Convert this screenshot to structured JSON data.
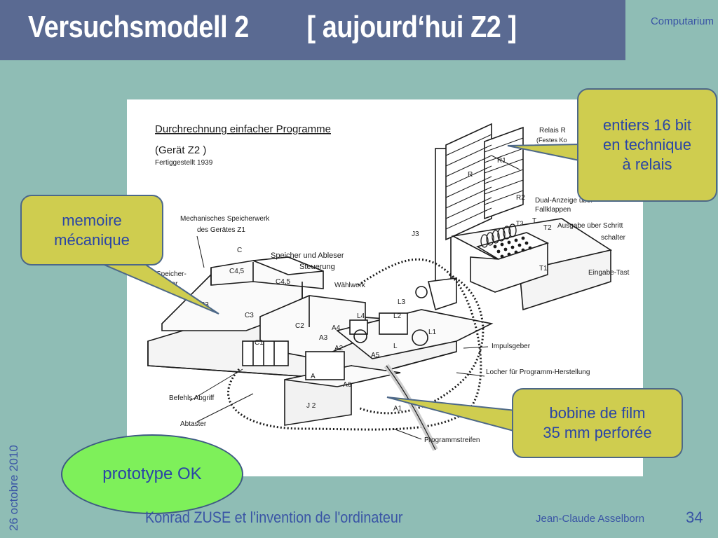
{
  "slide": {
    "title_left": "Versuchsmodell 2",
    "title_right": "[  aujourd‘hui Z2  ]",
    "corner_label": "Computarium",
    "date": "26 octobre 2010",
    "footer_title": "Konrad ZUSE et l'invention de l'ordinateur",
    "footer_author": "Jean-Claude Asselborn",
    "page_number": "34"
  },
  "callouts": {
    "relay": "entiers 16 bit\nen technique\nà relais",
    "memory": "memoire\nmécanique",
    "film": "bobine de film\n35 mm perforée",
    "prototype": "prototype OK"
  },
  "figure": {
    "heading": "Durchrechnung einfacher Programme",
    "device": "(Gerät Z2 )",
    "finished": "Fertiggestellt 1939",
    "labels": {
      "mech_storage": "Mechanisches Speicherwerk",
      "mech_storage_2": "des Gerätes Z1",
      "storage_reader": "Speicher und Ableser",
      "control": "Steuerung",
      "selector": "Wählwerk",
      "relay_rack_1": "Relais R",
      "relay_rack_2": "(Festes Ko",
      "dual_display": "Dual-Anzeige über",
      "flaps": "Fallklappen",
      "output": "Ausgabe über Schritt",
      "output_2": "schalter",
      "input_keys": "Eingabe-Tast",
      "pulse": "Impulsgeber",
      "punch": "Locher für Programm-Herstellung",
      "command_tap": "Befehls Abgriff",
      "scanner": "Abtaster",
      "program_strip": "Programmstreifen",
      "storage_left": "Speicher-",
      "storage_left_2": "der"
    },
    "codes": {
      "c": "C",
      "c45a": "C4,5",
      "c45b": "C4,5",
      "c3a": "C3",
      "c3b": "C3",
      "c2": "C2",
      "c1": "C1",
      "a": "A",
      "a1": "A1",
      "a2": "A2",
      "a3": "A3",
      "a4": "A4",
      "a5": "A5",
      "a6": "A6",
      "l": "L",
      "l1": "L1",
      "l2": "L2",
      "l3": "L3",
      "l4": "L4",
      "j2": "J 2",
      "j3": "J3",
      "r": "R",
      "r1": "R1",
      "r2": "R2",
      "t": "T",
      "t1": "T1",
      "t2": "T2",
      "t3": "T3"
    }
  }
}
